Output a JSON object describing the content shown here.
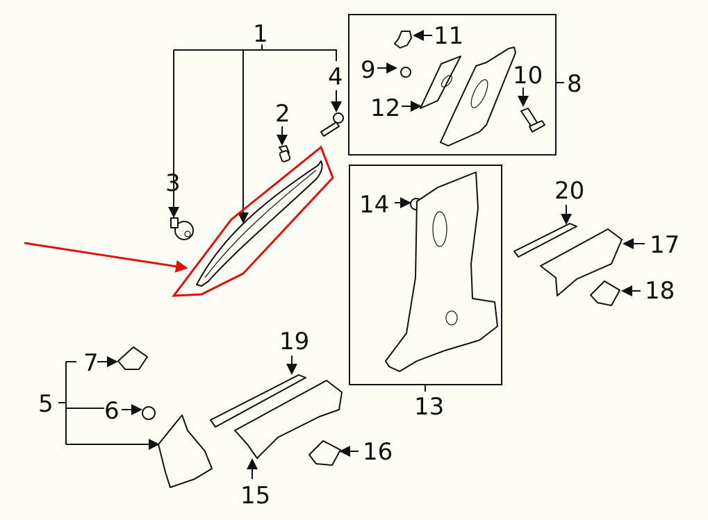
{
  "diagram": {
    "callouts": [
      "1",
      "2",
      "3",
      "4",
      "5",
      "6",
      "7",
      "8",
      "9",
      "10",
      "11",
      "12",
      "13",
      "14",
      "15",
      "16",
      "17",
      "18",
      "19",
      "20"
    ],
    "highlight_color": "#e01010",
    "highlighted_part": "1"
  }
}
